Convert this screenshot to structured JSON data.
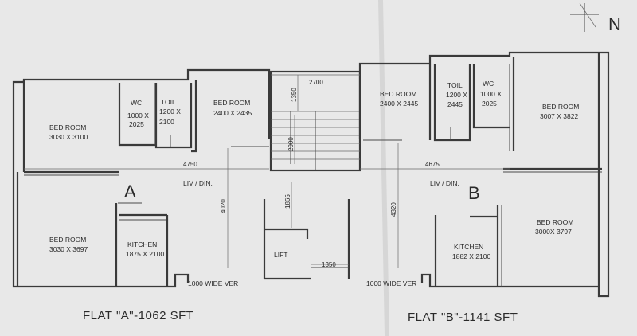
{
  "compass": {
    "north_label": "N"
  },
  "flat_a": {
    "label": "A",
    "caption": "FLAT \"A\"-1062  SFT",
    "rooms": {
      "bed1_name": "BED ROOM",
      "bed1_dim": "3030 X 3100",
      "wc_name": "WC",
      "wc_dim1": "1000 X",
      "wc_dim2": "2025",
      "toil_name": "TOIL",
      "toil_dim1": "1200 X",
      "toil_dim2": "2100",
      "bed2_name": "BED ROOM",
      "bed2_dim": "2400 X 2435",
      "liv": "LIV / DIN.",
      "bed3_name": "BED ROOM",
      "bed3_dim": "3030 X 3697",
      "kitchen_name": "KITCHEN",
      "kitchen_dim": "1875 X 2100",
      "veranda": "1000 WIDE VER"
    },
    "dims": {
      "width": "4750",
      "depth": "4020"
    }
  },
  "core": {
    "lift": "LIFT",
    "dims": {
      "top": "2700",
      "v1": "1350",
      "v2": "2000",
      "v3": "1865",
      "lift_w": "1350"
    }
  },
  "flat_b": {
    "label": "B",
    "caption": "FLAT \"B\"-1141  SFT",
    "rooms": {
      "bed1_name": "BED ROOM",
      "bed1_dim": "2400 X 2445",
      "toil_name": "TOIL",
      "toil_dim1": "1200 X",
      "toil_dim2": "2445",
      "wc_name": "WC",
      "wc_dim1": "1000 X",
      "wc_dim2": "2025",
      "bed2_name": "BED ROOM",
      "bed2_dim": "3007 X 3822",
      "liv": "LIV / DIN.",
      "kitchen_name": "KITCHEN",
      "kitchen_dim": "1882 X 2100",
      "bed3_name": "BED ROOM",
      "bed3_dim": "3000X 3797",
      "veranda": "1000 WIDE VER"
    },
    "dims": {
      "width": "4675",
      "depth": "4320"
    }
  }
}
